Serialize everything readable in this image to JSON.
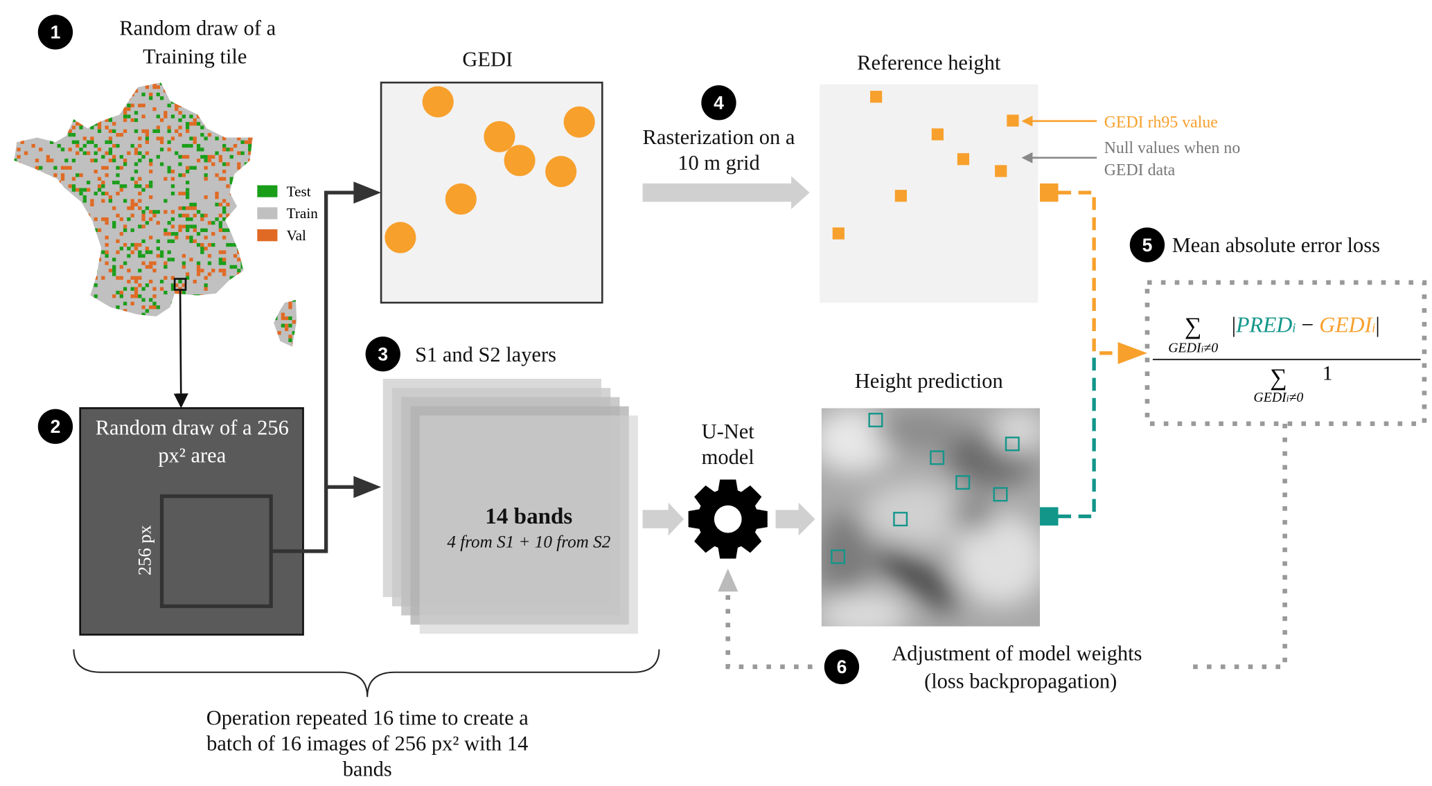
{
  "colors": {
    "gedi_orange": "#f7a02c",
    "prediction_teal": "#12968a",
    "test_green": "#1a9e1a",
    "train_gray": "#c0c0c0",
    "val_orange": "#e06a24",
    "dark_area": "#5a5a5a"
  },
  "step1": {
    "badge": "1",
    "title_line1": "Random draw of a",
    "title_line2": "Training tile"
  },
  "legend": [
    {
      "label": "Test"
    },
    {
      "label": "Train"
    },
    {
      "label": "Val"
    }
  ],
  "step2": {
    "badge": "2",
    "title_line1": "Random draw of a 256",
    "title_line2": "px² area",
    "side_label": "256 px"
  },
  "gedi": {
    "title": "GEDI"
  },
  "step3": {
    "badge": "3",
    "title": "S1 and S2 layers",
    "bands": "14 bands",
    "bands_detail": "4 from S1 + 10 from S2"
  },
  "step4": {
    "badge": "4",
    "line1": "Rasterization on a",
    "line2": "10 m grid"
  },
  "reference": {
    "title": "Reference height",
    "annotation_value": "GEDI rh95 value",
    "annotation_null_line1": "Null values when no",
    "annotation_null_line2": "GEDI data"
  },
  "model": {
    "line1": "U-Net",
    "line2": "model",
    "icon": "gear-icon"
  },
  "prediction": {
    "title": "Height prediction"
  },
  "step5": {
    "badge": "5",
    "title": "Mean absolute error loss",
    "formula": {
      "sum_sub": "GEDI",
      "sub_i": "i",
      "neq0": "≠0",
      "sigma": "∑",
      "pred": "PRED",
      "minus": "−",
      "gedi": "GEDI",
      "bar": "|",
      "denominator_value": "1"
    }
  },
  "step6": {
    "badge": "6",
    "line1": "Adjustment of model weights",
    "line2": "(loss backpropagation)"
  },
  "batch_note": {
    "line1": "Operation repeated 16 time to create a",
    "line2": "batch of 16 images of 256 px² with 14",
    "line3": "bands"
  }
}
